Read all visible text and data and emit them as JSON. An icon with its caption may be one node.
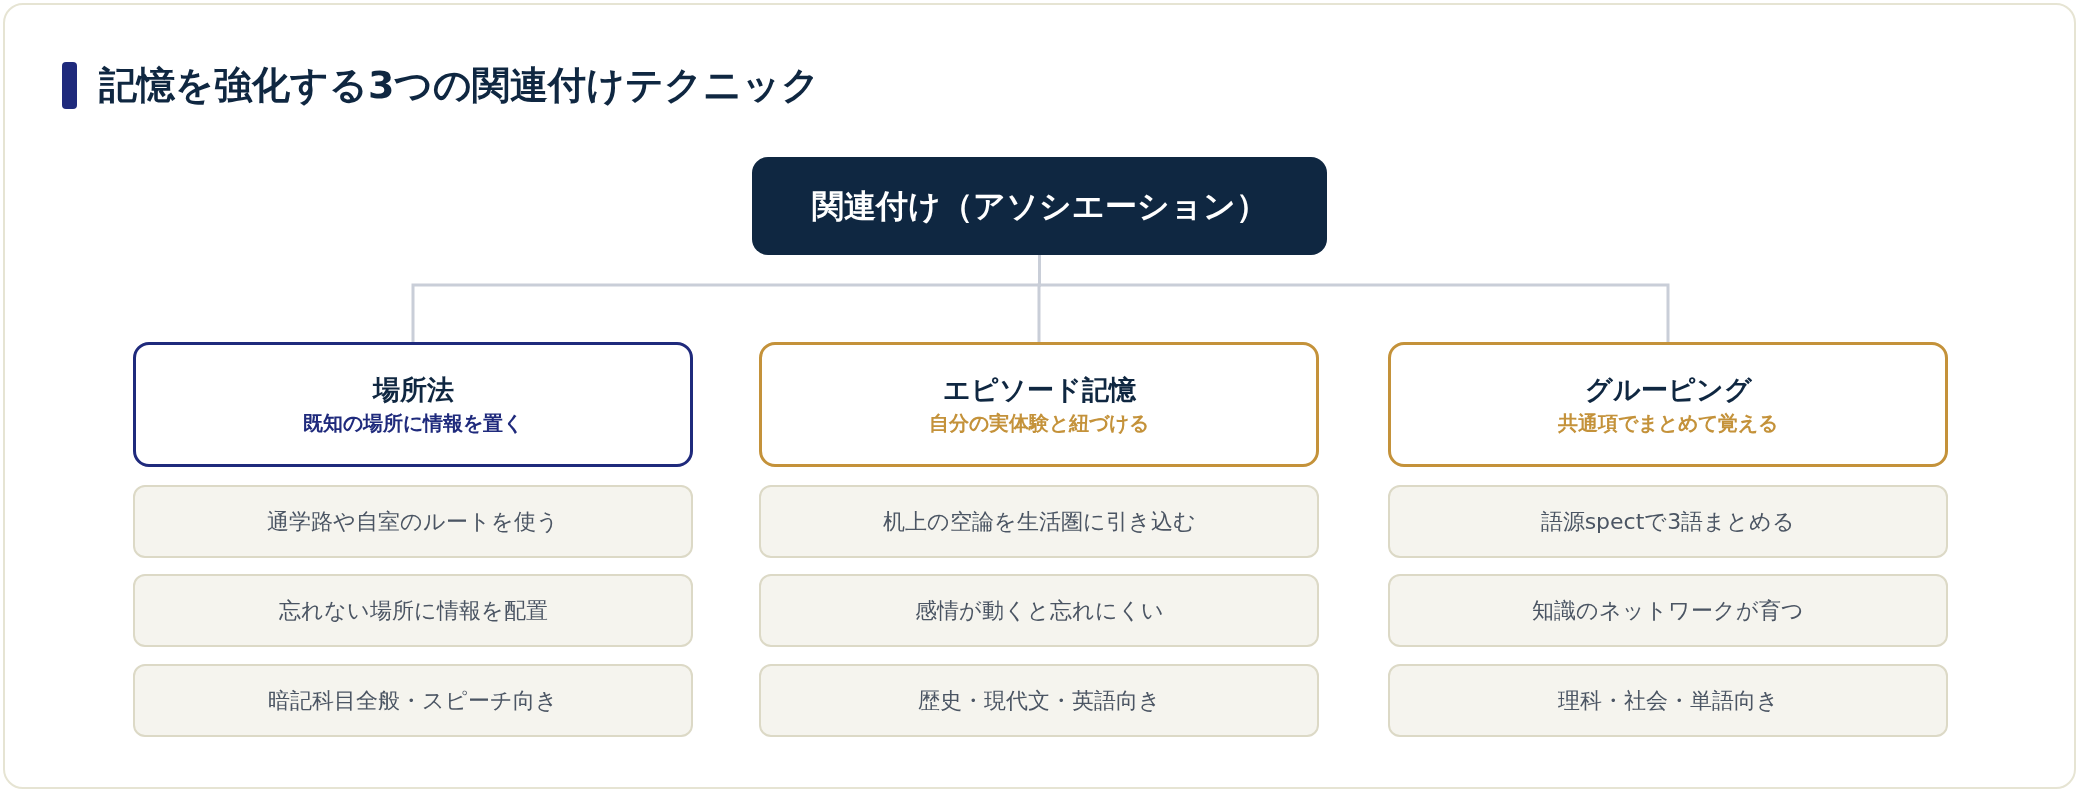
{
  "diagram": {
    "title": "記憶を強化する3つの関連付けテクニック",
    "nodes": [
      {
        "text": [
          "関連付け（アソシエーション）"
        ]
      },
      {
        "text": [
          "場所法",
          "既知の場所に情報を置く"
        ]
      },
      {
        "text": [
          "エピソード記憶",
          "自分の実体験と紐づける"
        ]
      },
      {
        "text": [
          "グルーピング",
          "共通項でまとめて覚える"
        ]
      },
      {
        "text": [
          "通学路や自室のルートを使う"
        ]
      },
      {
        "text": [
          "机上の空論を生活圏に引き込む"
        ]
      },
      {
        "text": [
          "語源spectで3語まとめる"
        ]
      },
      {
        "text": [
          "忘れない場所に情報を配置"
        ]
      },
      {
        "text": [
          "感情が動くと忘れにくい"
        ]
      },
      {
        "text": [
          "知識のネットワークが育つ"
        ]
      },
      {
        "text": [
          "暗記科目全般・スピーチ向き"
        ]
      },
      {
        "text": [
          "歴史・現代文・英語向き"
        ]
      },
      {
        "text": [
          "理科・社会・単語向き"
        ]
      }
    ],
    "edges": [
      {
        "from": 0,
        "to": 1,
        "arrow": "none"
      },
      {
        "from": 0,
        "to": 2,
        "arrow": "none"
      },
      {
        "from": 0,
        "to": 3,
        "arrow": "none"
      }
    ]
  }
}
